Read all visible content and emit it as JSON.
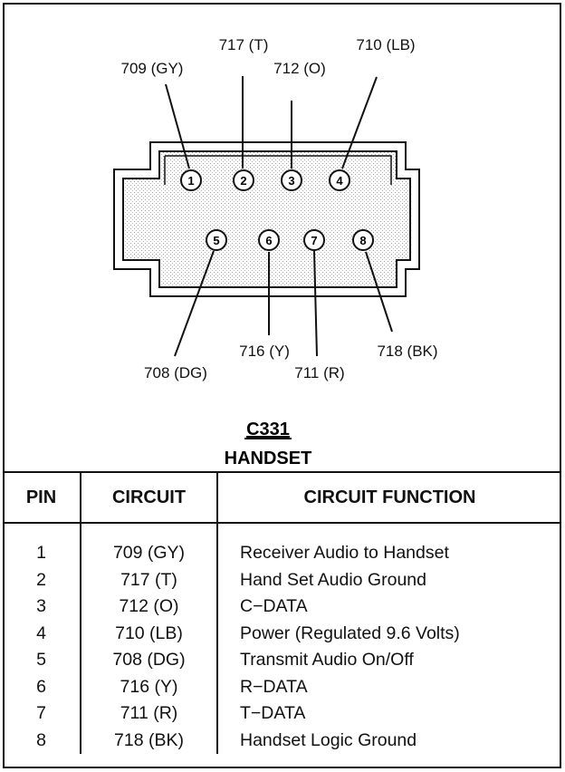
{
  "connector": {
    "id": "C331",
    "name": "HANDSET"
  },
  "callouts": {
    "pin1": "709 (GY)",
    "pin2": "717 (T)",
    "pin3": "712 (O)",
    "pin4": "710 (LB)",
    "pin5": "708 (DG)",
    "pin6": "716 (Y)",
    "pin7": "711 (R)",
    "pin8": "718 (BK)"
  },
  "pins": [
    "1",
    "2",
    "3",
    "4",
    "5",
    "6",
    "7",
    "8"
  ],
  "table": {
    "headers": {
      "pin": "PIN",
      "circuit": "CIRCUIT",
      "function": "CIRCUIT FUNCTION"
    },
    "rows": [
      {
        "pin": "1",
        "circuit": "709 (GY)",
        "function": "Receiver Audio to Handset"
      },
      {
        "pin": "2",
        "circuit": "717 (T)",
        "function": "Hand Set Audio Ground"
      },
      {
        "pin": "3",
        "circuit": "712 (O)",
        "function": "C−DATA"
      },
      {
        "pin": "4",
        "circuit": "710 (LB)",
        "function": "Power (Regulated 9.6 Volts)"
      },
      {
        "pin": "5",
        "circuit": "708 (DG)",
        "function": "Transmit Audio On/Off"
      },
      {
        "pin": "6",
        "circuit": "716 (Y)",
        "function": "R−DATA"
      },
      {
        "pin": "7",
        "circuit": "711 (R)",
        "function": "T−DATA"
      },
      {
        "pin": "8",
        "circuit": "718 (BK)",
        "function": "Handset Logic Ground"
      }
    ]
  }
}
